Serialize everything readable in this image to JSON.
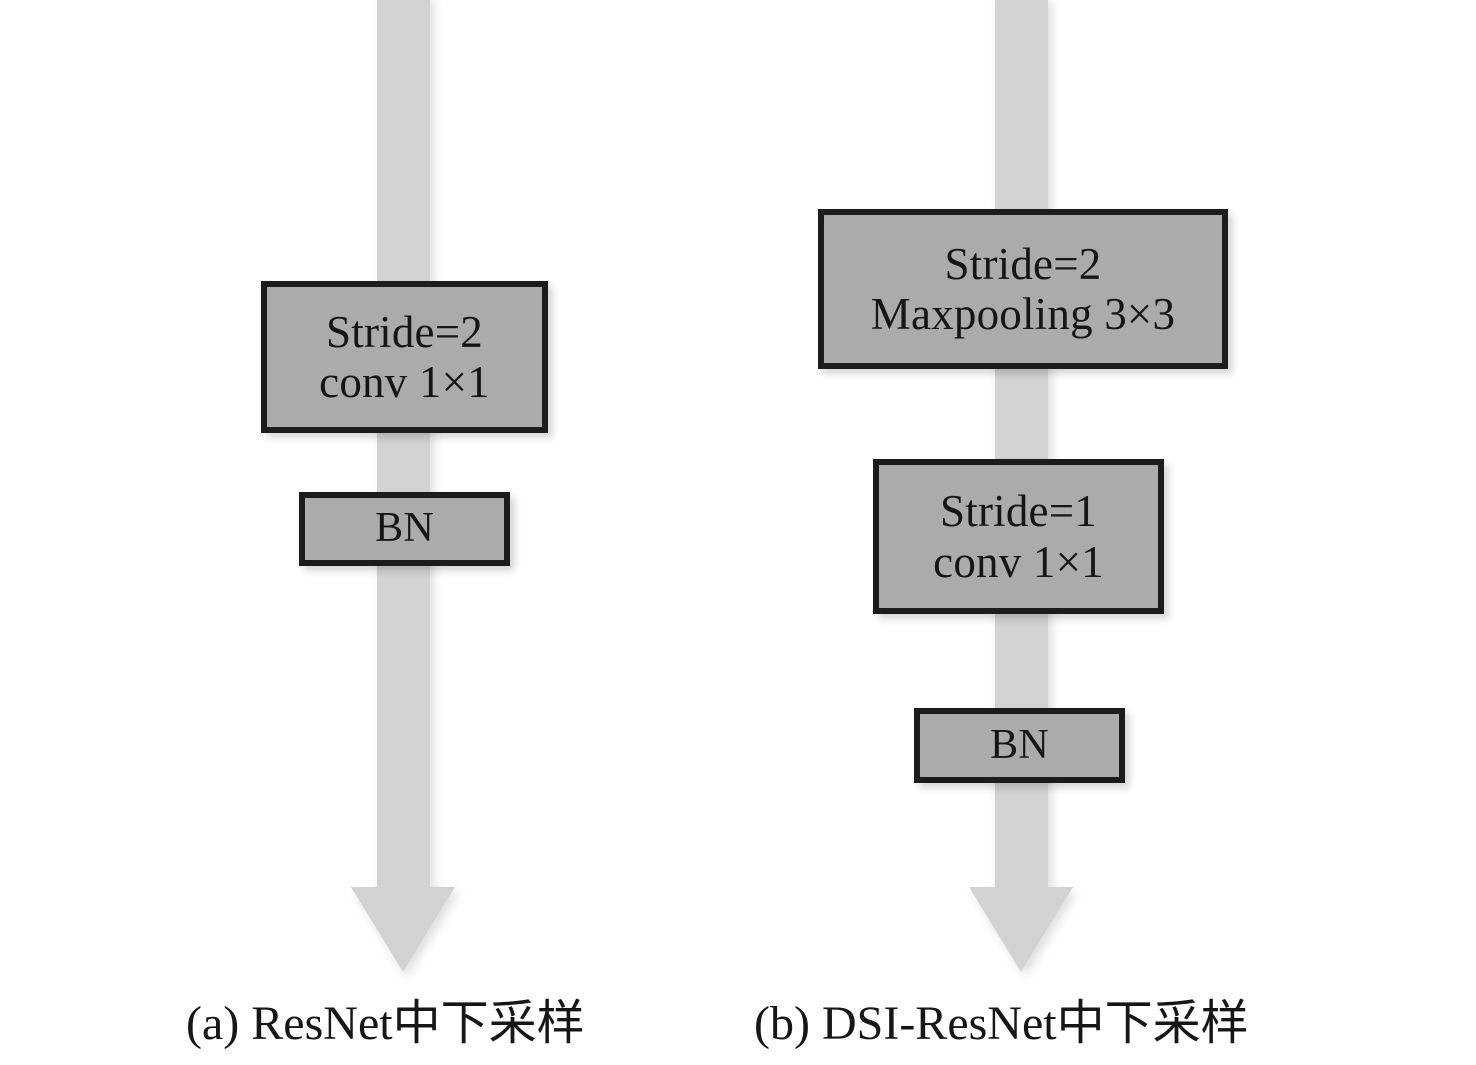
{
  "figure": {
    "type": "flow-diagram",
    "title": "Downsampling comparison: ResNet vs DSI-ResNet",
    "background_color": "#ffffff",
    "box_fill_color": "#ababab",
    "box_border_color": "#1c1c1c",
    "arrow_color": "#d2d2d2",
    "text_color": "#161616"
  },
  "panels": [
    {
      "id": "a",
      "caption": "(a) ResNet中下采样",
      "arrow": {
        "name": "downward-data-flow-arrow",
        "direction": "down"
      },
      "blocks": [
        {
          "name": "stride2-conv1x1-block",
          "lines": [
            "Stride=2",
            "conv 1×1"
          ]
        },
        {
          "name": "batch-norm-block",
          "lines": [
            "BN"
          ]
        }
      ]
    },
    {
      "id": "b",
      "caption": "(b) DSI-ResNet中下采样",
      "arrow": {
        "name": "downward-data-flow-arrow",
        "direction": "down"
      },
      "blocks": [
        {
          "name": "stride2-maxpooling3x3-block",
          "lines": [
            "Stride=2",
            "Maxpooling 3×3"
          ]
        },
        {
          "name": "stride1-conv1x1-block",
          "lines": [
            "Stride=1",
            "conv 1×1"
          ]
        },
        {
          "name": "batch-norm-block",
          "lines": [
            "BN"
          ]
        }
      ]
    }
  ]
}
